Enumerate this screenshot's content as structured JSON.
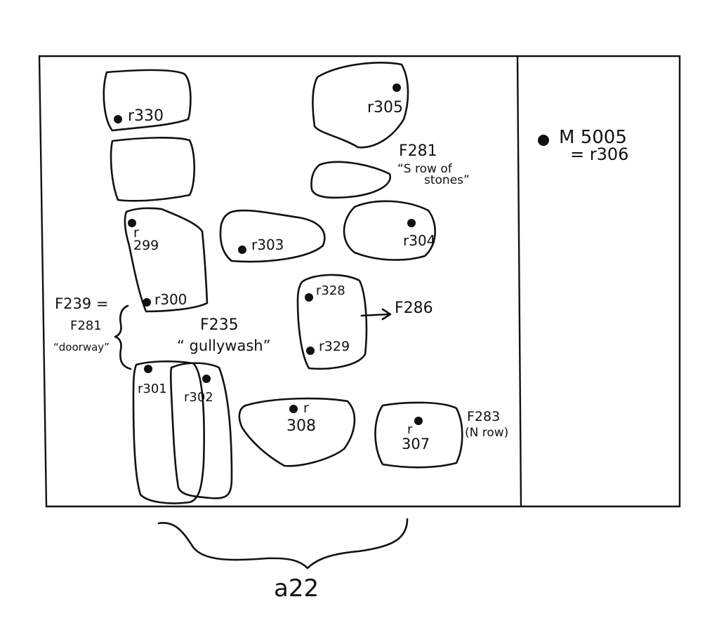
{
  "plan": {
    "stones": [
      {
        "id": "r330",
        "label": "r330"
      },
      {
        "id": "r305",
        "label": "r305"
      },
      {
        "id": "r299",
        "label_top": "r",
        "label_bottom": "299"
      },
      {
        "id": "r300",
        "label": "r300"
      },
      {
        "id": "r303",
        "label": "r303"
      },
      {
        "id": "r304",
        "label": "r304"
      },
      {
        "id": "r328",
        "label": "r328"
      },
      {
        "id": "r329",
        "label": "r329"
      },
      {
        "id": "r301",
        "label": "r301"
      },
      {
        "id": "r302",
        "label": "r302"
      },
      {
        "id": "r308",
        "label_top": "r",
        "label_bottom": "308"
      },
      {
        "id": "r307",
        "label_top": "r",
        "label_bottom": "307"
      }
    ],
    "notes": {
      "f281_id": "F281",
      "f281_line1": "“S row of",
      "f281_line2": "stones”",
      "f239_line1": "F239 =",
      "f239_line2": "F281",
      "f239_line3": "“doorway”",
      "f235_id": "F235",
      "f235_desc": "“ gullywash”",
      "f286": "F286",
      "f283_id": "F283",
      "f283_desc": "(N row)"
    },
    "side_panel": {
      "line1": "M 5005",
      "line2": "= r306"
    },
    "unit_label": "a22"
  }
}
